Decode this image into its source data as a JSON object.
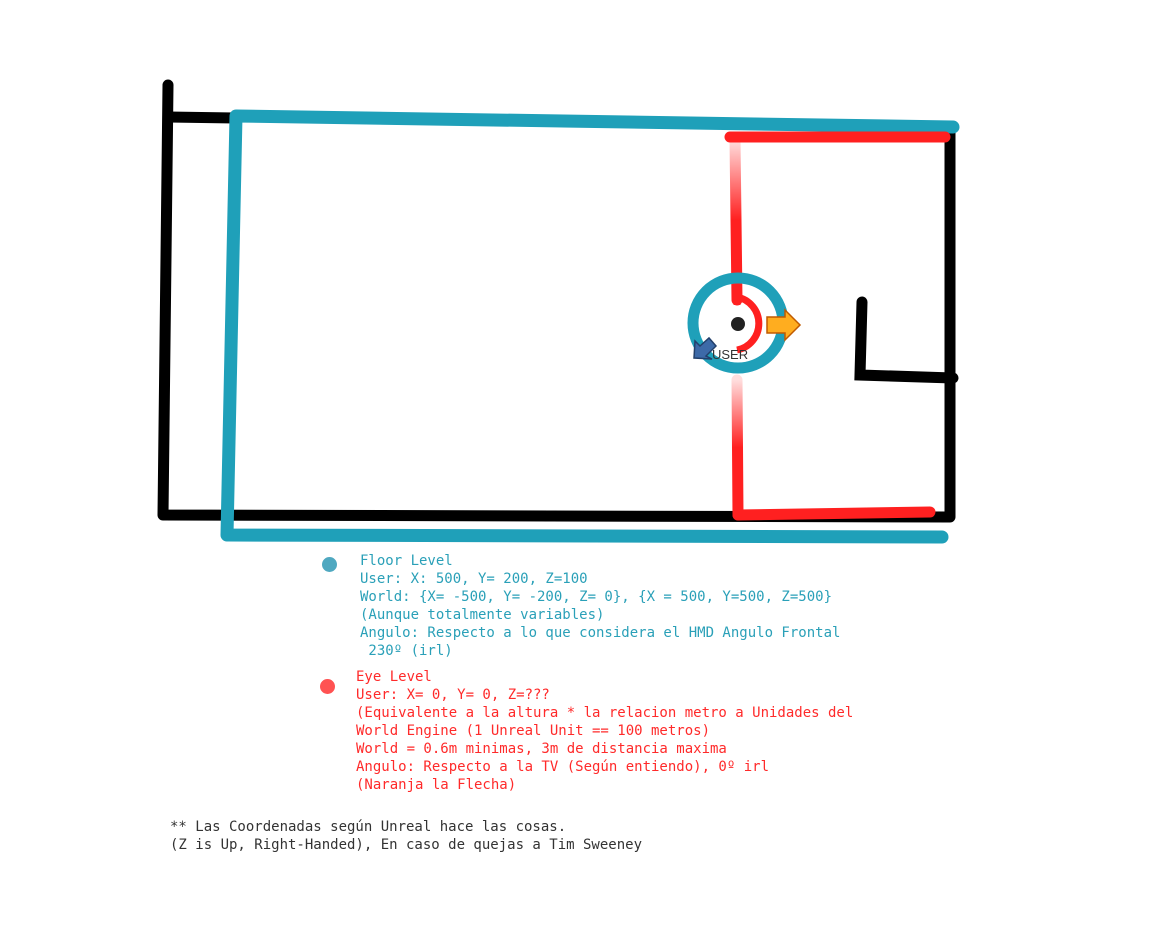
{
  "colors": {
    "floor": "#1fa0b9",
    "eye": "#ff2020",
    "boundary": "#000000",
    "arrow_front": "#ffad1f",
    "arrow_back": "#3d6aa8"
  },
  "diagram": {
    "user_label": "USER"
  },
  "legend": {
    "floor": {
      "lines": [
        "Floor Level",
        "User: X: 500, Y= 200, Z=100",
        "World: {X= -500, Y= -200, Z= 0}, {X = 500, Y=500, Z=500}",
        "(Aunque totalmente variables)",
        "Angulo: Respecto a lo que considera el HMD Angulo Frontal",
        " 230º (irl)"
      ]
    },
    "eye": {
      "lines": [
        "Eye Level",
        "User: X= 0, Y= 0, Z=???",
        "(Equivalente a la altura * la relacion metro a Unidades del",
        "World Engine (1 Unreal Unit == 100 metros)",
        "World = 0.6m minimas, 3m de distancia maxima",
        "Angulo: Respecto a la TV (Según entiendo), 0º irl",
        "(Naranja la Flecha)"
      ]
    }
  },
  "footnote": {
    "lines": [
      "** Las Coordenadas según Unreal hace las cosas.",
      "(Z is Up, Right-Handed), En caso de quejas a Tim Sweeney"
    ]
  }
}
